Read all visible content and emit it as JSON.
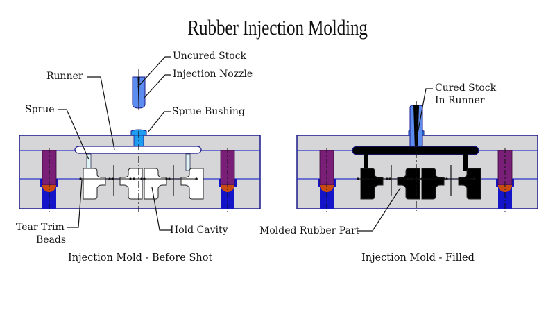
{
  "title": "Rubber Injection Molding",
  "left_panel": {
    "caption": "Injection Mold - Before Shot",
    "labels": {
      "uncured_stock": "Uncured Stock",
      "injection_nozzle": "Injection Nozzle",
      "runner": "Runner",
      "sprue": "Sprue",
      "sprue_bushing": "Sprue Bushing",
      "tear_trim_line1": "Tear Trim",
      "tear_trim_line2": "Beads",
      "hold_cavity": "Hold Cavity"
    },
    "state": "empty"
  },
  "right_panel": {
    "caption": "Injection Mold - Filled",
    "labels": {
      "cured_stock_line1": "Cured Stock",
      "cured_stock_line2": "In Runner",
      "molded_rubber_part": "Molded Rubber Part"
    },
    "state": "filled"
  },
  "colors": {
    "mold_plate": "#d6d6d8",
    "mold_outline": "#1a1a8c",
    "parting_line": "#2a35c8",
    "nozzle": "#5c8cf0",
    "sprue_bushing": "#1e9cf0",
    "guide_pin": "#7a1f78",
    "pin_bushing": "#1414c8",
    "pin_tip": "#c84a10",
    "cavity_empty": "#ffffff",
    "rubber_filled": "#000000"
  }
}
